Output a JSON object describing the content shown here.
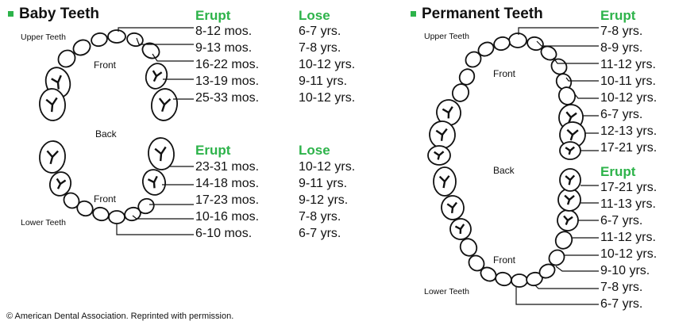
{
  "colors": {
    "accent": "#2db34a",
    "ink": "#111111"
  },
  "baby": {
    "title": "Baby Teeth",
    "upper_label": "Upper Teeth",
    "lower_label": "Lower Teeth",
    "front_upper": "Front",
    "front_lower": "Front",
    "back": "Back",
    "upper": {
      "erupt_header": "Erupt",
      "lose_header": "Lose",
      "erupt": [
        "8-12 mos.",
        "9-13 mos.",
        "16-22 mos.",
        "13-19 mos.",
        "25-33 mos."
      ],
      "lose": [
        "6-7 yrs.",
        "7-8 yrs.",
        "10-12 yrs.",
        "9-11 yrs.",
        "10-12 yrs."
      ]
    },
    "lower": {
      "erupt_header": "Erupt",
      "lose_header": "Lose",
      "erupt": [
        "23-31 mos.",
        "14-18 mos.",
        "17-23 mos.",
        "10-16 mos.",
        "6-10 mos."
      ],
      "lose": [
        "10-12 yrs.",
        "9-11 yrs.",
        "9-12 yrs.",
        "7-8 yrs.",
        "6-7 yrs."
      ]
    }
  },
  "permanent": {
    "title": "Permanent Teeth",
    "upper_label": "Upper Teeth",
    "lower_label": "Lower Teeth",
    "front_upper": "Front",
    "front_lower": "Front",
    "back": "Back",
    "upper": {
      "erupt_header": "Erupt",
      "erupt": [
        "7-8 yrs.",
        "8-9 yrs.",
        "11-12 yrs.",
        "10-11 yrs.",
        "10-12 yrs.",
        "6-7 yrs.",
        "12-13 yrs.",
        "17-21 yrs."
      ]
    },
    "lower": {
      "erupt_header": "Erupt",
      "erupt": [
        "17-21 yrs.",
        "11-13 yrs.",
        "6-7 yrs.",
        "11-12 yrs.",
        "10-12 yrs.",
        "9-10 yrs.",
        "7-8 yrs.",
        "6-7 yrs."
      ]
    }
  },
  "credit": "© American Dental Association. Reprinted with permission."
}
